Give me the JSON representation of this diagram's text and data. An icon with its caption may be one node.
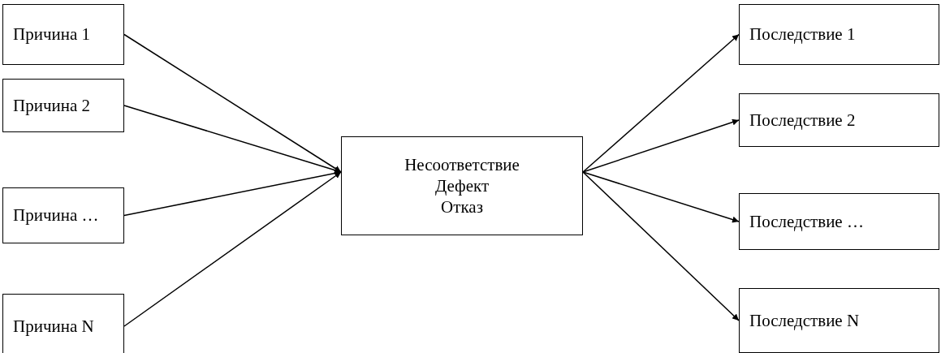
{
  "diagram": {
    "nodes": [
      {
        "text": [
          "Причина 1"
        ]
      },
      {
        "text": [
          "Причина 2"
        ]
      },
      {
        "text": [
          "Причина …"
        ]
      },
      {
        "text": [
          "Причина N"
        ]
      },
      {
        "text": [
          "Несоответствие",
          "Дефект",
          "Отказ"
        ]
      },
      {
        "text": [
          "Последствие 1"
        ]
      },
      {
        "text": [
          "Последствие 2"
        ]
      },
      {
        "text": [
          "Последствие …"
        ]
      },
      {
        "text": [
          "Последствие N"
        ]
      }
    ],
    "edges": [
      {
        "from": 0,
        "to": 4,
        "arrow": "to"
      },
      {
        "from": 1,
        "to": 4,
        "arrow": "to"
      },
      {
        "from": 2,
        "to": 4,
        "arrow": "to"
      },
      {
        "from": 3,
        "to": 4,
        "arrow": "to"
      },
      {
        "from": 4,
        "to": 5,
        "arrow": "to"
      },
      {
        "from": 4,
        "to": 6,
        "arrow": "to"
      },
      {
        "from": 4,
        "to": 7,
        "arrow": "to"
      },
      {
        "from": 4,
        "to": 8,
        "arrow": "to"
      }
    ]
  }
}
